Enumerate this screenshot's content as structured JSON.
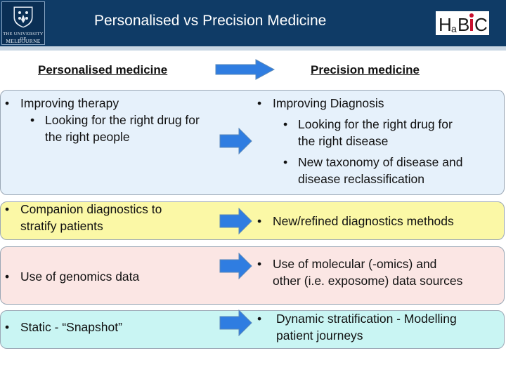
{
  "header": {
    "university_name_line1": "THE UNIVERSITY OF",
    "university_name_line2": "MELBOURNE",
    "title": "Personalised vs Precision Medicine",
    "brand": "HaBiC"
  },
  "columns": {
    "left_heading": "Personalised medicine",
    "right_heading": "Precision medicine"
  },
  "bullet_symbol": "•",
  "rows": [
    {
      "left": [
        {
          "text": "Improving therapy"
        },
        {
          "text": "Looking for the right drug for"
        },
        {
          "text": "the right people"
        }
      ],
      "right": [
        {
          "text": "Improving Diagnosis"
        },
        {
          "text": "Looking for the right drug for"
        },
        {
          "text": "the right disease"
        },
        {
          "text": "New taxonomy of disease and"
        },
        {
          "text": "disease reclassification"
        }
      ]
    },
    {
      "left": [
        {
          "text": "Companion diagnostics to"
        },
        {
          "text": "stratify patients"
        }
      ],
      "right": [
        {
          "text": "New/refined diagnostics methods"
        }
      ]
    },
    {
      "left": [
        {
          "text": "Use of genomics data"
        }
      ],
      "right": [
        {
          "text": "Use of molecular (-omics) and"
        },
        {
          "text": "other (i.e. exposome) data sources"
        }
      ]
    },
    {
      "left": [
        {
          "text": "Static -  “Snapshot”"
        }
      ],
      "right": [
        {
          "text": "Dynamic stratification -  Modelling"
        },
        {
          "text": "patient journeys"
        }
      ]
    }
  ],
  "colors": {
    "header_bg": "#0f3b66",
    "arrow_blue": "#2f7de1",
    "row1_bg": "#e6f1fb",
    "row2_bg": "#fbf8a6",
    "row3_bg": "#fbe6e4",
    "row4_bg": "#c9f5f3"
  },
  "icons": {
    "university_crest": "crest-icon",
    "habic_logo": "habic-logo"
  }
}
